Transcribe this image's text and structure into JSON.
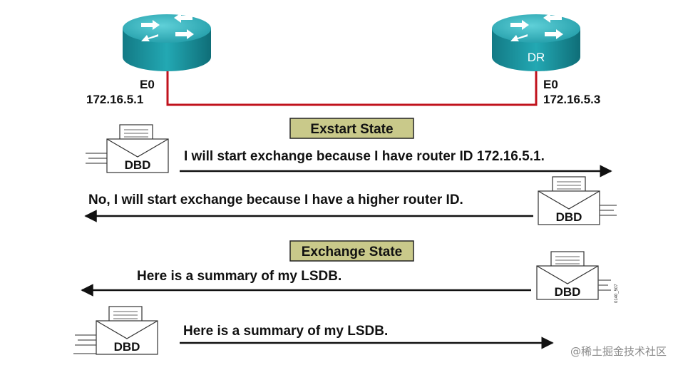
{
  "routers": {
    "left": {
      "interface": "E0",
      "ip": "172.16.5.1"
    },
    "right": {
      "badge": "DR",
      "interface": "E0",
      "ip": "172.16.5.3"
    }
  },
  "states": {
    "exstart": "Exstart State",
    "exchange": "Exchange State"
  },
  "messages": [
    {
      "text": "I will start exchange because I have router ID 172.16.5.1.",
      "direction": "right"
    },
    {
      "text": "No, I will start exchange because I have a higher router ID.",
      "direction": "left"
    },
    {
      "text": "Here is a summary of my LSDB.",
      "direction": "left"
    },
    {
      "text": "Here is a summary of my LSDB.",
      "direction": "right"
    }
  ],
  "packet_label": "DBD",
  "figure_code": "0140_507",
  "watermark": "@稀土掘金技术社区",
  "colors": {
    "router_teal": "#1f9aa6",
    "link_red": "#c0121c",
    "state_box": "#c9c98a"
  }
}
